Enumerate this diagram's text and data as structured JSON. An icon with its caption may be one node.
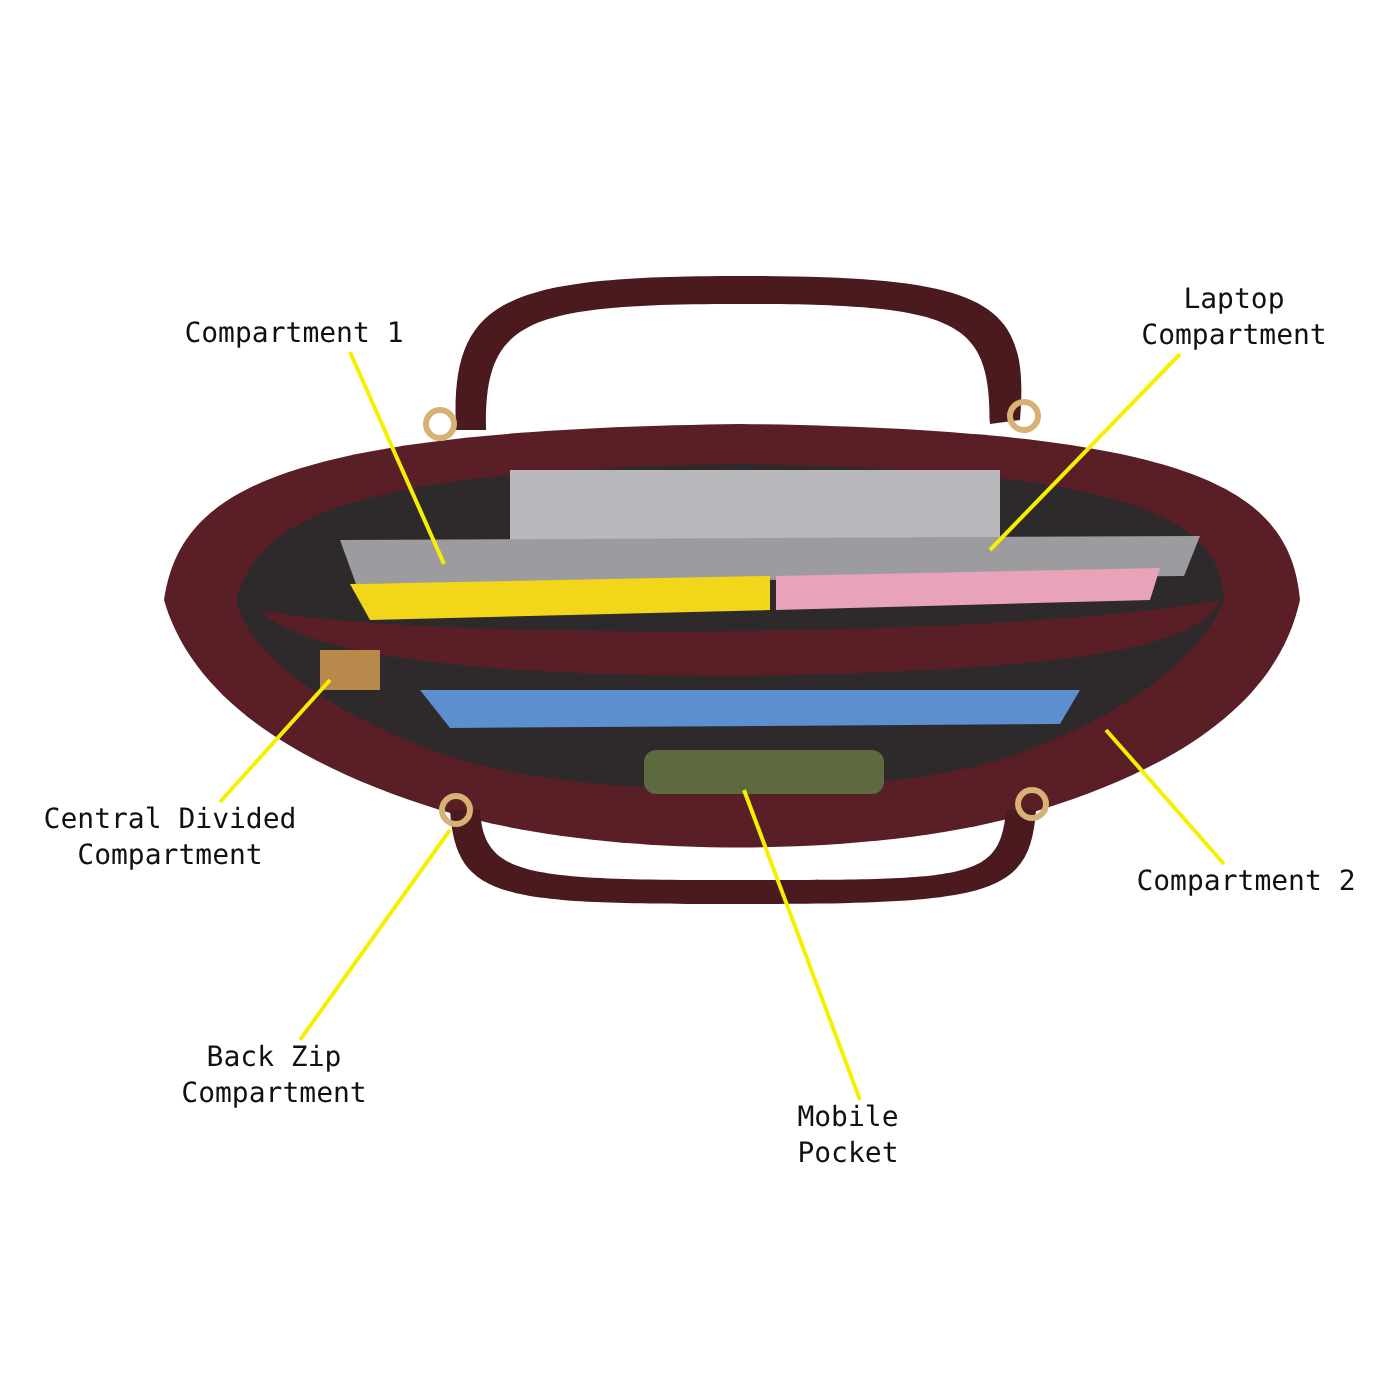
{
  "diagram": {
    "nodes": [
      {
        "text": [
          "Compartment 1"
        ]
      },
      {
        "text": [
          "Laptop Compartment"
        ]
      },
      {
        "text": [
          "Central Divided Compartment"
        ]
      },
      {
        "text": [
          "Compartment 2"
        ]
      },
      {
        "text": [
          "Back Zip Compartment"
        ]
      },
      {
        "text": [
          "Mobile Pocket"
        ]
      }
    ],
    "edges": [
      {
        "from": 0,
        "to": null,
        "arrow": "none"
      },
      {
        "from": 1,
        "to": null,
        "arrow": "none"
      },
      {
        "from": 2,
        "to": null,
        "arrow": "none"
      },
      {
        "from": 3,
        "to": null,
        "arrow": "none"
      },
      {
        "from": 4,
        "to": null,
        "arrow": "none"
      },
      {
        "from": 5,
        "to": null,
        "arrow": "none"
      }
    ]
  }
}
